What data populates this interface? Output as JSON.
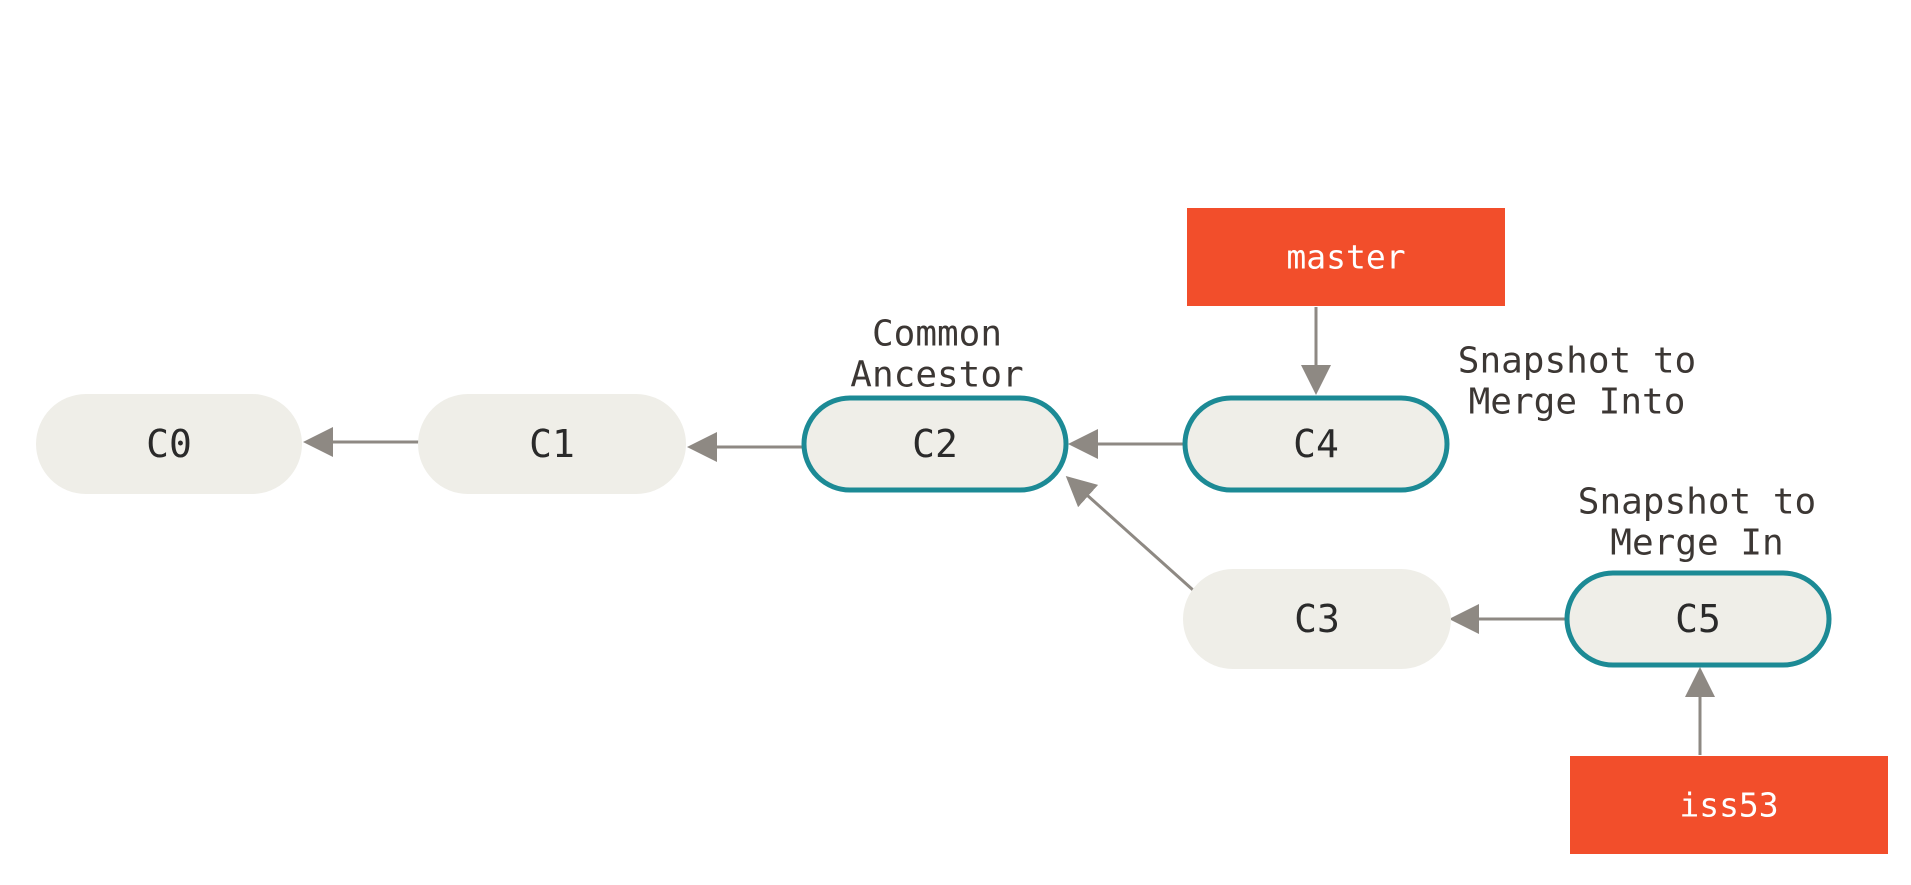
{
  "commits": [
    {
      "id": "c0",
      "label": "C0",
      "highlighted": false
    },
    {
      "id": "c1",
      "label": "C1",
      "highlighted": false
    },
    {
      "id": "c2",
      "label": "C2",
      "highlighted": true
    },
    {
      "id": "c3",
      "label": "C3",
      "highlighted": false
    },
    {
      "id": "c4",
      "label": "C4",
      "highlighted": true
    },
    {
      "id": "c5",
      "label": "C5",
      "highlighted": true
    }
  ],
  "refs": {
    "master": "master",
    "iss53": "iss53"
  },
  "annotations": {
    "common_ancestor": [
      "Common",
      "Ancestor"
    ],
    "merge_into": [
      "Snapshot to",
      "Merge Into"
    ],
    "merge_in": [
      "Snapshot to",
      "Merge In"
    ]
  },
  "colors": {
    "commit_fill": "#efeee8",
    "highlight_stroke": "#1c8a95",
    "arrow": "#8e8983",
    "ref_fill": "#f24e2b",
    "ref_text": "#ffffff",
    "note_text": "#3c3734"
  }
}
